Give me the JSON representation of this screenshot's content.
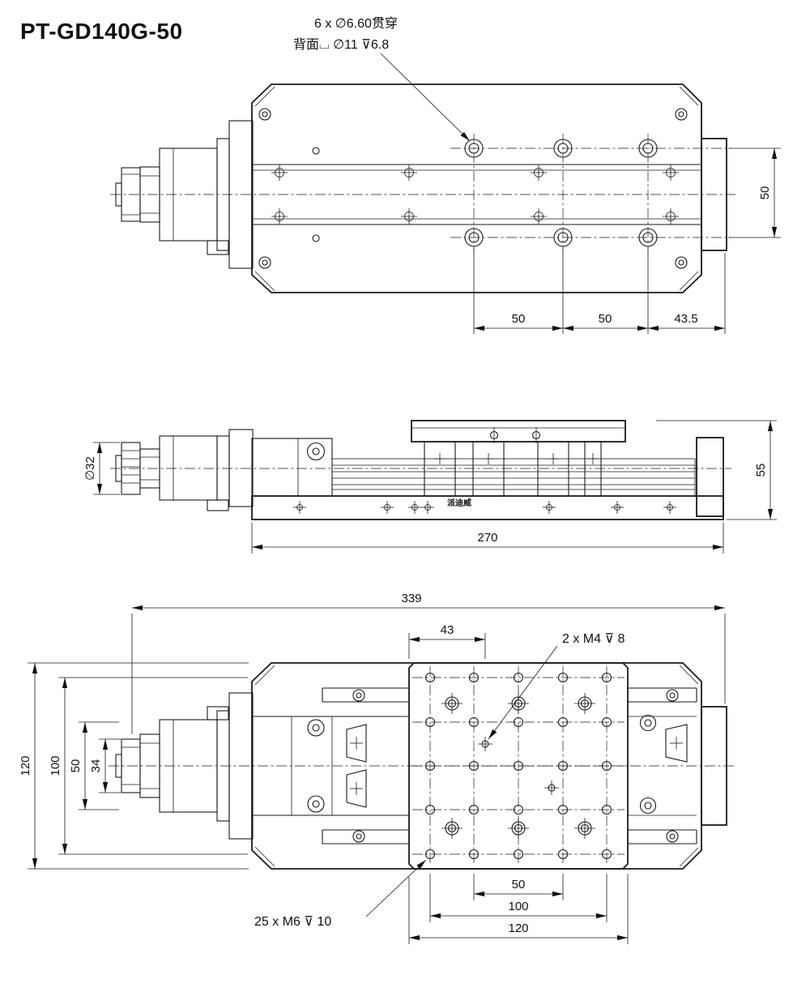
{
  "title": "PT-GD140G-50",
  "callouts": {
    "counterbore_line1": "6 x ∅6.60贯穿",
    "counterbore_line2": "背面⌴ ∅11 ⊽6.8",
    "m4": "2 x M4 ⊽ 8",
    "m6": "25 x M6 ⊽ 10",
    "brand": "派迪威"
  },
  "top_view": {
    "pitch_a": "50",
    "pitch_b": "50",
    "edge_offset": "43.5",
    "row_spacing": "50"
  },
  "side_view": {
    "knob_diameter": "∅32",
    "overall_height": "55",
    "base_length": "270"
  },
  "bottom_view": {
    "overall_length": "339",
    "m4_offset": "43",
    "body_width": "120",
    "grid_height_100": "100",
    "grid_height_50": "50",
    "knob_width_34": "34",
    "grid_width_50": "50",
    "grid_width_100": "100",
    "table_width_120": "120"
  }
}
